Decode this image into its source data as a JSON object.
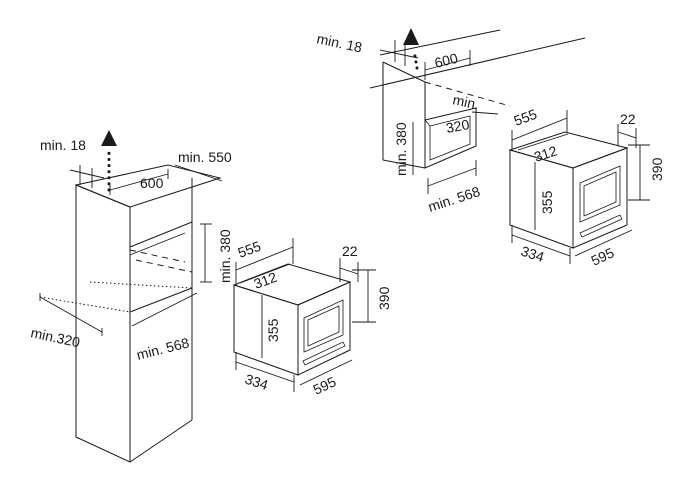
{
  "left_cabinet": {
    "min_top_gap": "min. 18",
    "min_depth": "min. 550",
    "width": "600",
    "niche_height": "min. 380",
    "niche_width": "min. 568",
    "niche_depth": "min.320"
  },
  "left_appliance": {
    "depth_total": "555",
    "front_thickness": "22",
    "inner_depth": "312",
    "height": "390",
    "inner_height": "355",
    "side_depth": "334",
    "width": "595"
  },
  "right_cabinet": {
    "min_top_gap": "min. 18",
    "width": "600",
    "niche_depth_label": "min.",
    "niche_depth": "320",
    "niche_height": "min. 380",
    "niche_width": "min. 568"
  },
  "right_appliance": {
    "depth_total": "555",
    "front_thickness": "22",
    "inner_depth": "312",
    "height": "390",
    "inner_height": "355",
    "side_depth": "334",
    "width": "595"
  }
}
